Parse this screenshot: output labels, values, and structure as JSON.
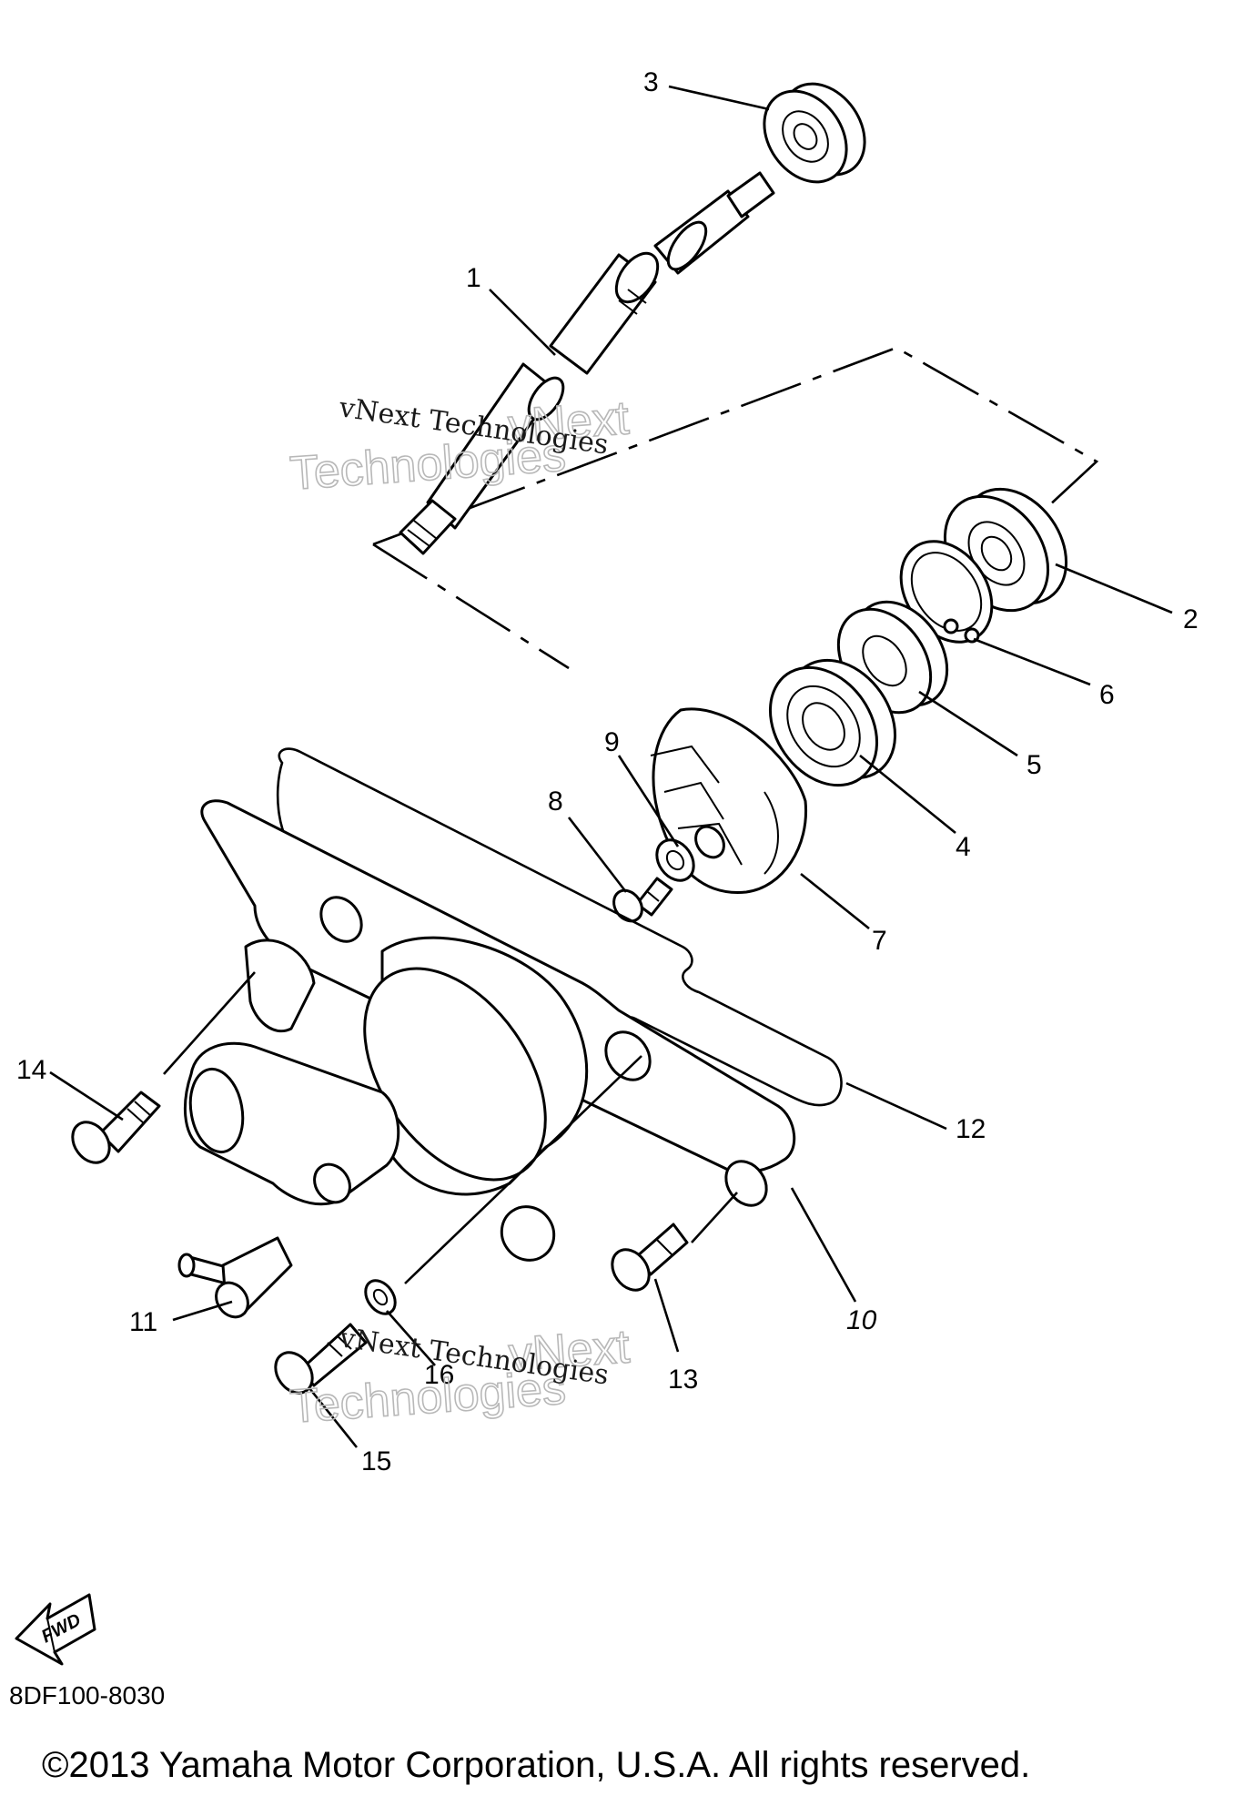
{
  "callouts": [
    {
      "id": "3",
      "text": "3"
    },
    {
      "id": "1",
      "text": "1"
    },
    {
      "id": "2",
      "text": "2"
    },
    {
      "id": "6",
      "text": "6"
    },
    {
      "id": "5",
      "text": "5"
    },
    {
      "id": "9",
      "text": "9"
    },
    {
      "id": "8",
      "text": "8"
    },
    {
      "id": "4",
      "text": "4"
    },
    {
      "id": "7",
      "text": "7"
    },
    {
      "id": "14",
      "text": "14"
    },
    {
      "id": "12",
      "text": "12"
    },
    {
      "id": "11",
      "text": "11"
    },
    {
      "id": "10",
      "text": "10"
    },
    {
      "id": "16",
      "text": "16"
    },
    {
      "id": "13",
      "text": "13"
    },
    {
      "id": "15",
      "text": "15"
    }
  ],
  "watermarks": [
    {
      "line1": "vNext Technologies",
      "logo_a": "vNext",
      "logo_b": "Technologies"
    },
    {
      "line1": "vNext Technologies",
      "logo_a": "vNext",
      "logo_b": "Technologies"
    }
  ],
  "fwd_label": "FWD",
  "diagram_code": "8DF100-8030",
  "copyright": "©2013 Yamaha Motor Corporation, U.S.A. All rights reserved."
}
